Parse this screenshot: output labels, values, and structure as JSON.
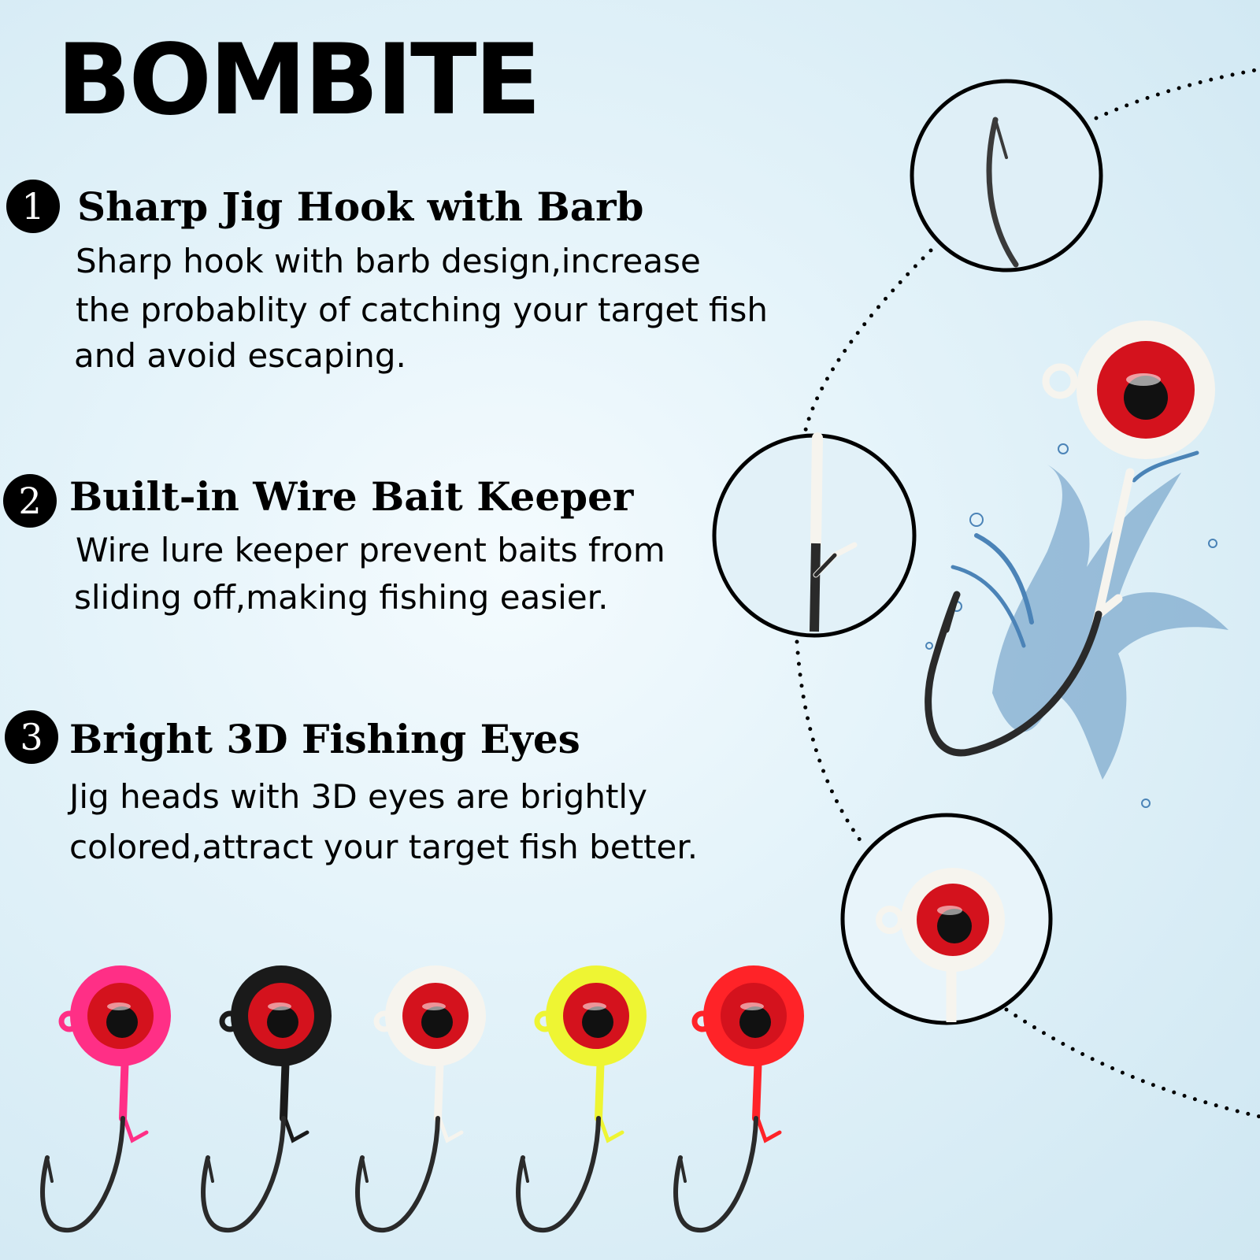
{
  "brand": "BOMBITE",
  "features": [
    {
      "number": "1",
      "title": "Sharp Jig Hook with Barb",
      "lines": [
        "Sharp hook with barb design,increase",
        "the probablity of catching your target fish",
        "and avoid escaping."
      ]
    },
    {
      "number": "2",
      "title": "Built-in Wire Bait Keeper",
      "lines": [
        "Wire lure keeper prevent baits from",
        "sliding off,making fishing easier."
      ]
    },
    {
      "number": "3",
      "title": "Bright 3D Fishing Eyes",
      "lines": [
        "Jig heads with 3D eyes are brightly",
        "colored,attract your target fish better."
      ]
    }
  ],
  "jig_colors": [
    {
      "name": "pink",
      "head": "#ff2f86",
      "shank": "#ff2f86"
    },
    {
      "name": "black",
      "head": "#1a1a1a",
      "shank": "#1a1a1a"
    },
    {
      "name": "white",
      "head": "#f6f4ee",
      "shank": "#f6f4ee"
    },
    {
      "name": "chartreuse",
      "head": "#eef533",
      "shank": "#eef533"
    },
    {
      "name": "red",
      "head": "#ff2328",
      "shank": "#ff2328"
    }
  ],
  "eye_color": "#d4121d",
  "hook_color": "#2a2a2a"
}
